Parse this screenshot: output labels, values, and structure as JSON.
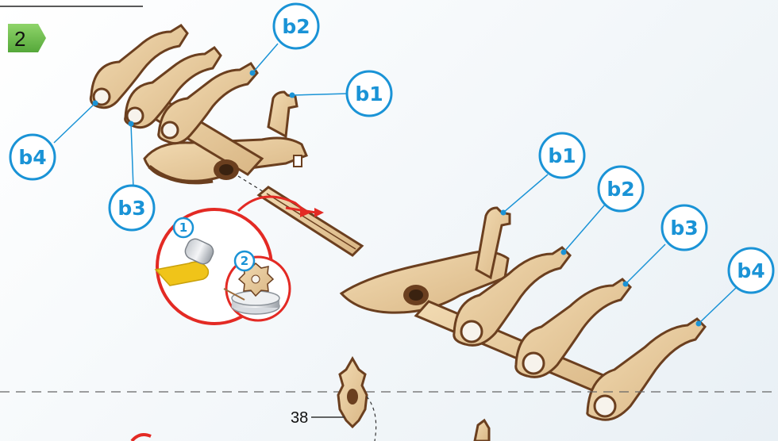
{
  "step": {
    "number": "2"
  },
  "top_assembly": {
    "callouts": [
      {
        "id": "b2",
        "label": "b2"
      },
      {
        "id": "b1",
        "label": "b1"
      },
      {
        "id": "b4",
        "label": "b4"
      },
      {
        "id": "b3",
        "label": "b3"
      }
    ]
  },
  "bottom_assembly": {
    "callouts": [
      {
        "id": "b1",
        "label": "b1"
      },
      {
        "id": "b2",
        "label": "b2"
      },
      {
        "id": "b3",
        "label": "b3"
      },
      {
        "id": "b4",
        "label": "b4"
      }
    ]
  },
  "lubrication_inset": {
    "steps": [
      {
        "label": "1"
      },
      {
        "label": "2"
      }
    ]
  },
  "part_number": {
    "label": "38"
  },
  "colors": {
    "callout_blue": "#1a93d6",
    "wood_light": "#e9cfa2",
    "wood_dark": "#7a4a26",
    "inset_red": "#e32a24",
    "step_green": "#6cc04a"
  }
}
